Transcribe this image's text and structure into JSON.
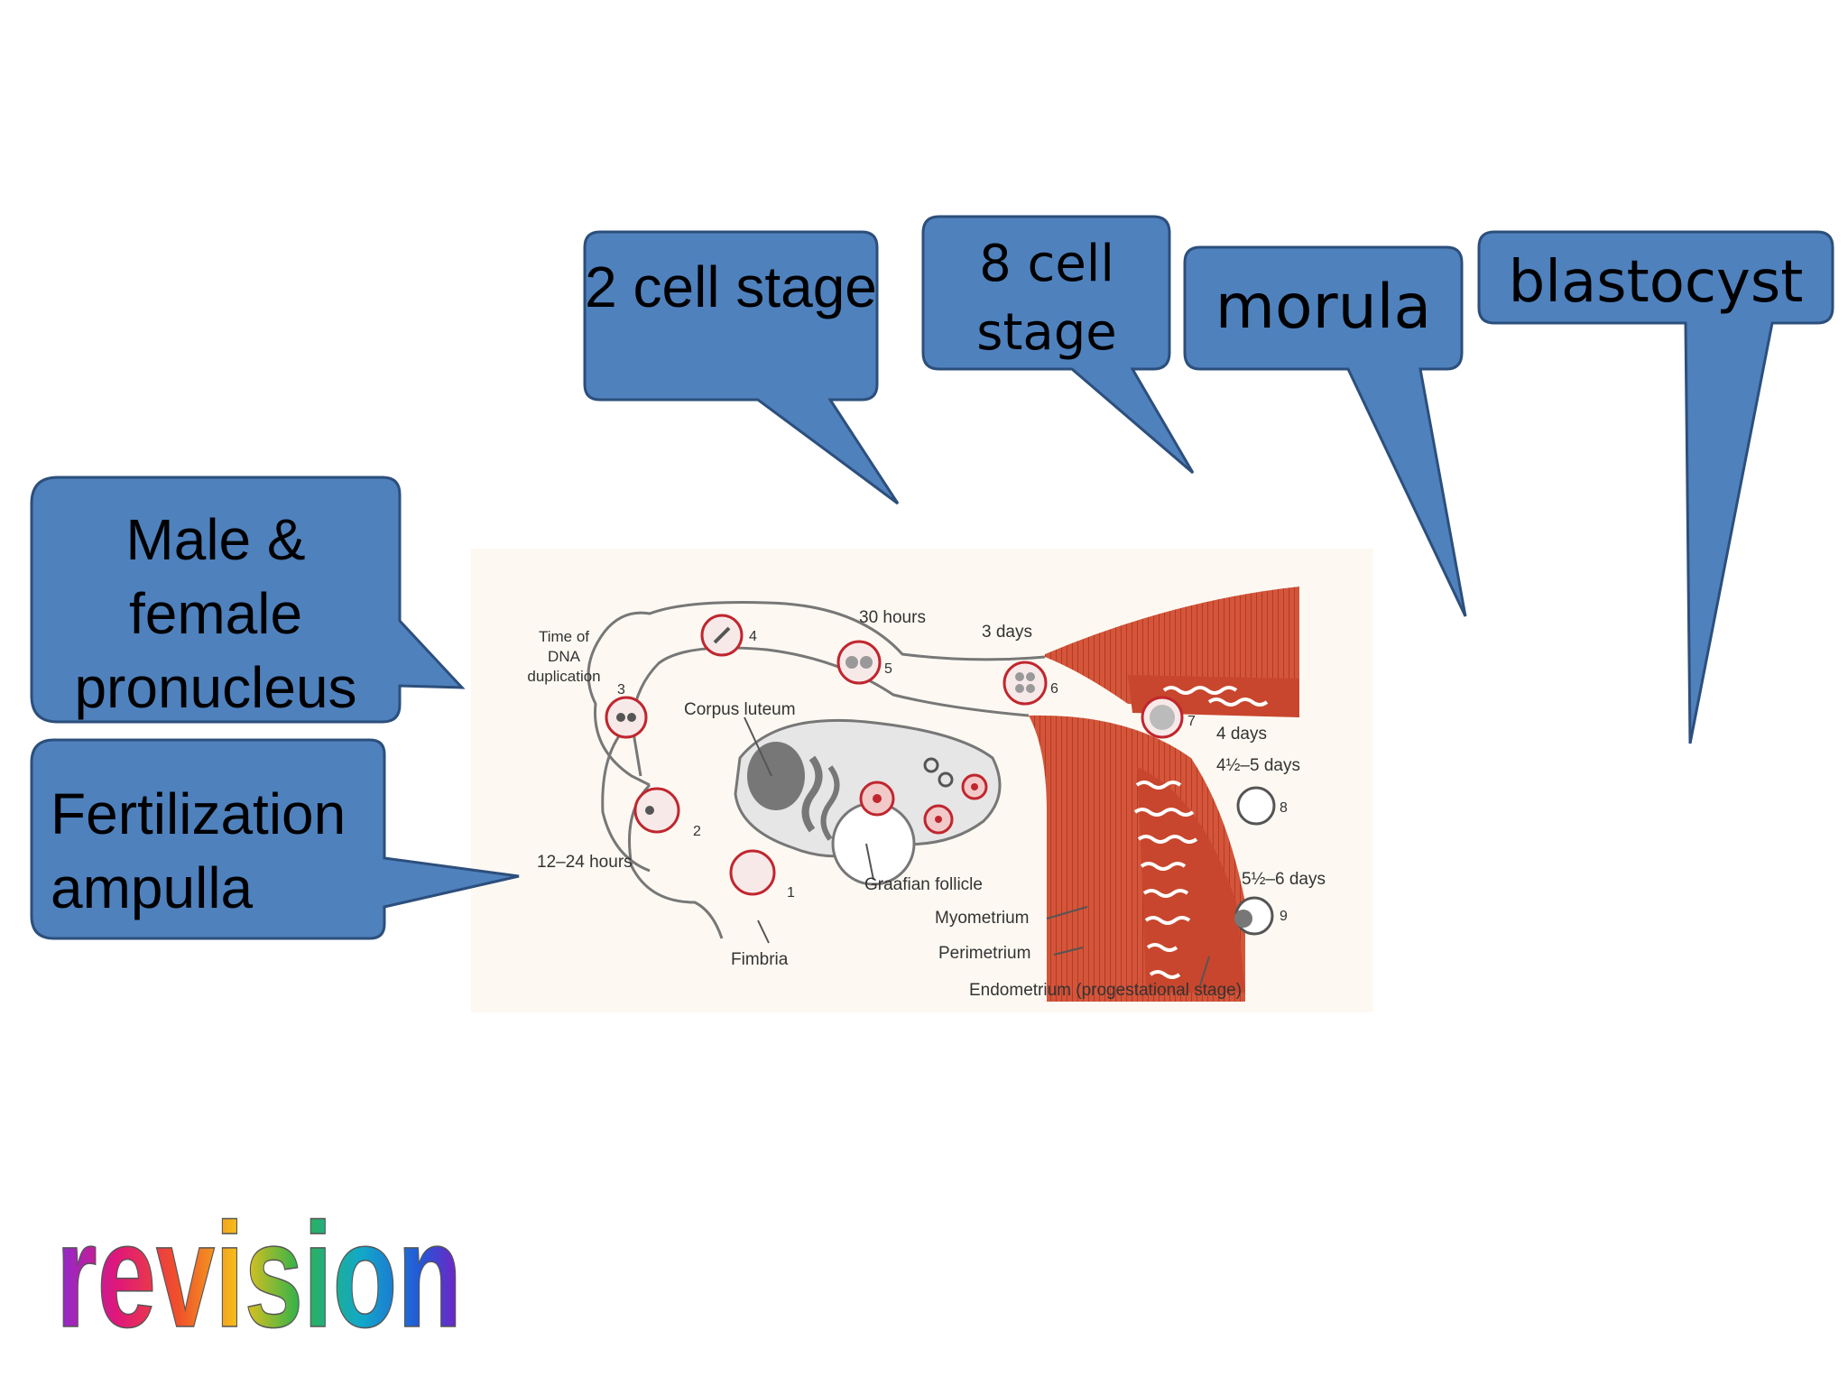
{
  "callouts": {
    "two_cell": "2 cell stage",
    "eight_cell": "8 cell stage",
    "morula": "morula",
    "blastocyst": "blastocyst",
    "pronucleus_line1": "Male &",
    "pronucleus_line2": "female",
    "pronucleus_line3": "pronucleus",
    "fertilization_line1": "Fertilization",
    "fertilization_line2": "ampulla"
  },
  "diagram": {
    "time_dna_1": "Time of",
    "time_dna_2": "DNA",
    "time_dna_3": "duplication",
    "thirty_hours": "30 hours",
    "three_days": "3 days",
    "corpus_luteum": "Corpus luteum",
    "four_days": "4 days",
    "four_half_days": "4½–5 days",
    "twelve_hours": "12–24 hours",
    "graafian": "Graafian follicle",
    "five_half_days": "5½–6 days",
    "myometrium": "Myometrium",
    "perimetrium": "Perimetrium",
    "fimbria": "Fimbria",
    "endometrium": "Endometrium (progestational stage)",
    "n1": "1",
    "n2": "2",
    "n3": "3",
    "n4": "4",
    "n5": "5",
    "n6": "6",
    "n7": "7",
    "n8": "8",
    "n9": "9"
  },
  "logo": {
    "text": "revision"
  },
  "colors": {
    "callout_fill": "#4f81bd",
    "callout_stroke": "#2c4f7c",
    "muscle": "#d4553a"
  }
}
